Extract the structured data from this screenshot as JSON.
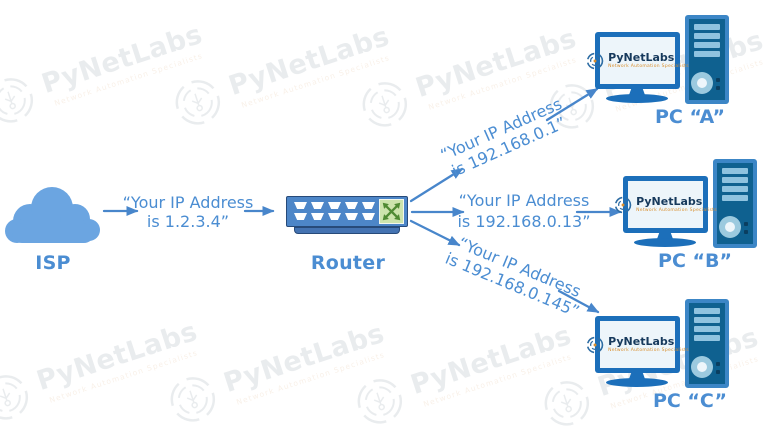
{
  "watermark": {
    "text": "PyNetLabs",
    "subtitle": "Network Automation Specialists"
  },
  "logo": {
    "name": "PyNetLabs",
    "subtitle": "Network Automation Specialists"
  },
  "nodes": {
    "isp": {
      "label": "ISP"
    },
    "router": {
      "label": "Router"
    },
    "pc_a": {
      "label": "PC “A”"
    },
    "pc_b": {
      "label": "PC “B”"
    },
    "pc_c": {
      "label": "PC “C”"
    }
  },
  "links": {
    "isp_to_router": {
      "line1": "“Your IP Address",
      "line2": "is 1.2.3.4”"
    },
    "router_to_pc_a": {
      "line1": "“Your IP Address",
      "line2": "is 192.168.0.1”"
    },
    "router_to_pc_b": {
      "line1": "“Your IP Address",
      "line2": "is 192.168.0.13”"
    },
    "router_to_pc_c": {
      "line1": "“Your IP Address",
      "line2": "is 192.168.0.145”"
    }
  },
  "colors": {
    "accent_blue": "#4b8dd2",
    "arrow_blue": "#4886cb",
    "cloud_blue": "#6ba5e1",
    "router_body": "#4d86c8",
    "green_pad": "#cde4ad",
    "green_arrow": "#4f8a33",
    "monitor_frame": "#1c6fba",
    "tower_dark": "#0f6190",
    "logo_navy": "#16395c",
    "logo_orange": "#d98f2f"
  }
}
